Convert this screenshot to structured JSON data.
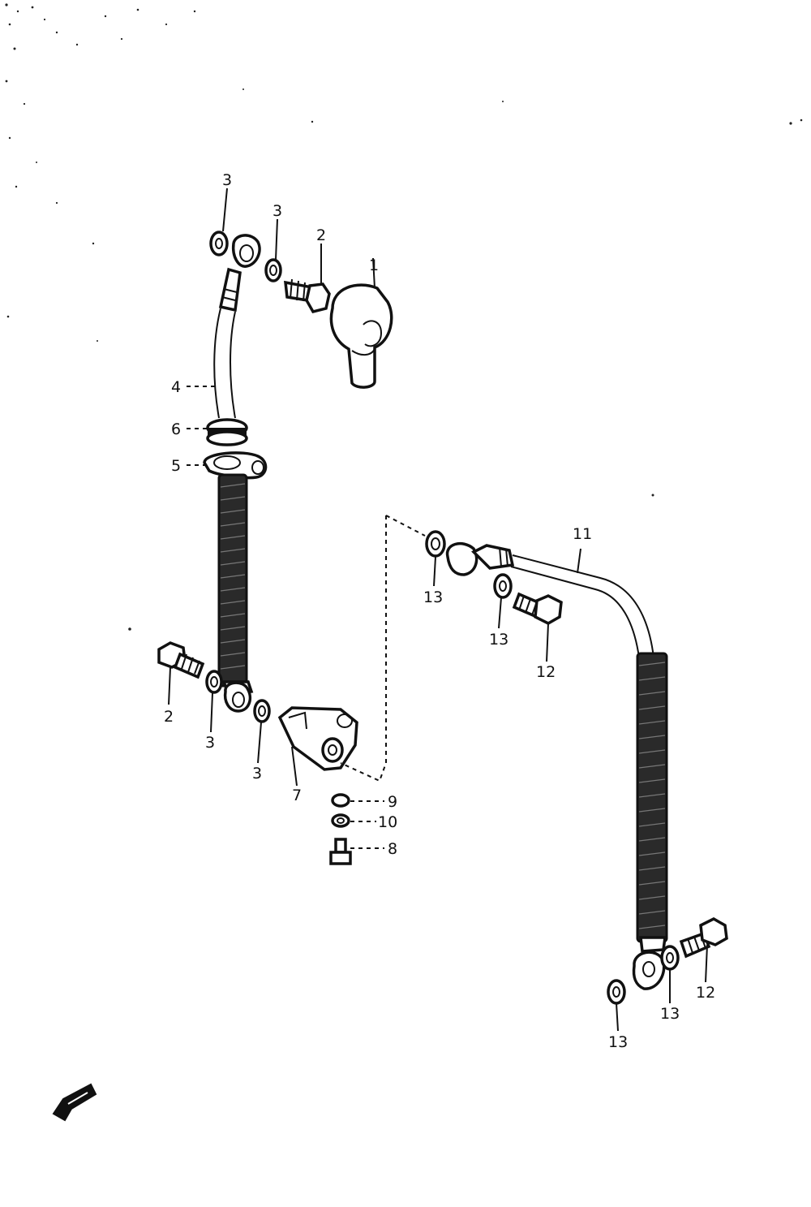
{
  "diagram": {
    "callouts": {
      "c1": "1",
      "c2a": "2",
      "c2b": "2",
      "c3a": "3",
      "c3b": "3",
      "c3c": "3",
      "c3d": "3",
      "c4": "4",
      "c5": "5",
      "c6": "6",
      "c7": "7",
      "c8": "8",
      "c9": "9",
      "c10": "10",
      "c11": "11",
      "c12a": "12",
      "c12b": "12",
      "c13a": "13",
      "c13b": "13",
      "c13c": "13",
      "c13d": "13"
    }
  }
}
